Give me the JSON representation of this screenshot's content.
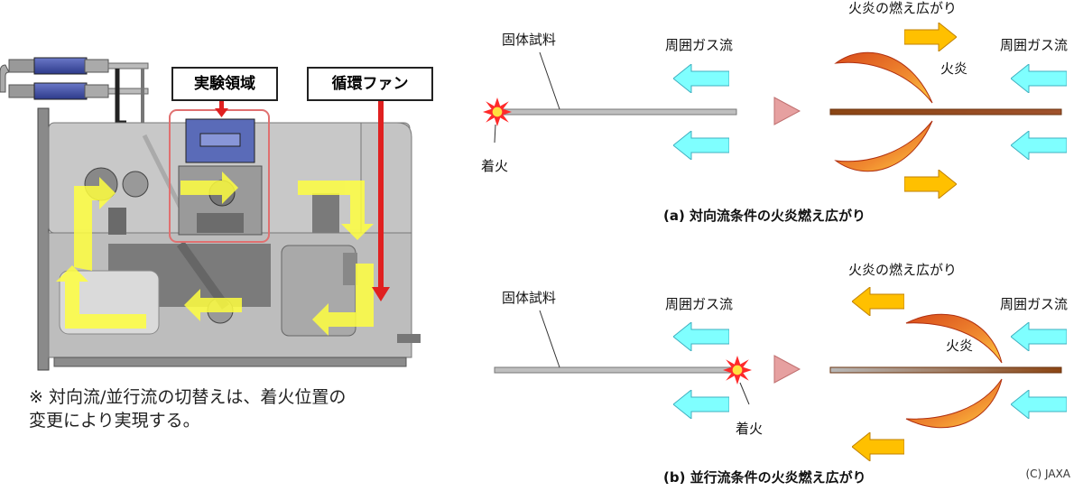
{
  "left_panel": {
    "experiment_region_label": "実験領域",
    "circulation_fan_label": "循環ファン",
    "note": "※ 対向流/並行流の切替えは、着火位置の\n変更により実現する。"
  },
  "panel_a": {
    "solid_sample_label": "固体試料",
    "ambient_flow_left_label": "周囲ガス流",
    "ambient_flow_right_label": "周囲ガス流",
    "ignition_label": "着火",
    "flame_spread_label": "火炎の燃え広がり",
    "flame_label": "火炎",
    "caption": "(a)  対向流条件の火炎燃え広がり"
  },
  "panel_b": {
    "solid_sample_label": "固体試料",
    "ambient_flow_left_label": "周囲ガス流",
    "ambient_flow_right_label": "周囲ガス流",
    "ignition_label": "着火",
    "flame_spread_label": "火炎の燃え広がり",
    "flame_label": "火炎",
    "caption": "(b)  並行流条件の火炎燃え広がり"
  },
  "credit": "(C) JAXA",
  "colors": {
    "gas_flow_arrow": "#7fffff",
    "spread_arrow": "#ffc000",
    "flame_inner": "#d84a1a",
    "flame_outer": "#ffb030",
    "sample": "#bfbfbf",
    "burnt_sample": "#8b4513",
    "transition_triangle": "#e6a0a0",
    "flow_highlight": "#ffff40",
    "highlight_box": "#e07070",
    "fan_arrow": "#e02020"
  },
  "icons": {
    "ignition": "spark-burst-icon",
    "transition": "triangle-right-icon"
  }
}
